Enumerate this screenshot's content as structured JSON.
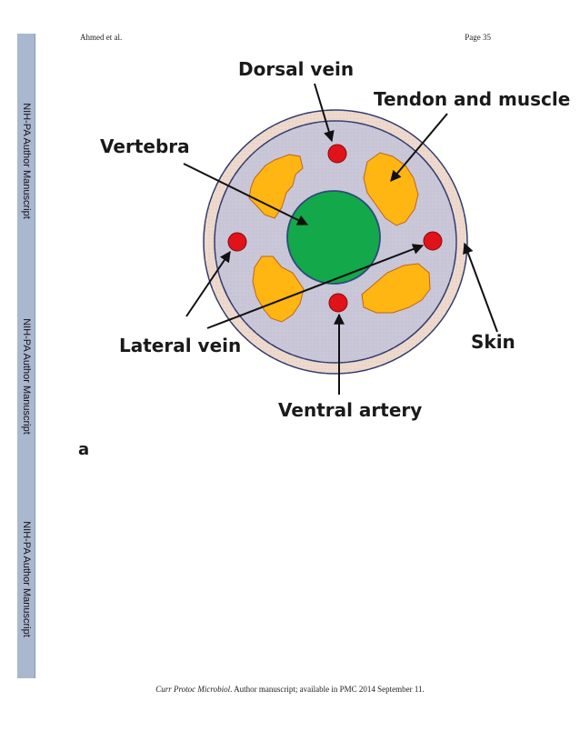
{
  "header": {
    "authors": "Ahmed et al.",
    "page": "Page 35"
  },
  "sidebar": {
    "labels": [
      "NIH-PA Author Manuscript",
      "NIH-PA Author Manuscript",
      "NIH-PA Author Manuscript"
    ]
  },
  "figure": {
    "panel": "a",
    "labels": {
      "dorsal_vein": "Dorsal vein",
      "tendon_muscle": "Tendon and muscle",
      "vertebra": "Vertebra",
      "lateral_vein": "Lateral vein",
      "skin": "Skin",
      "ventral_artery": "Ventral artery"
    },
    "colors": {
      "skin": "#efd9cc",
      "body": "#c9c7d8",
      "outline": "#2f3c6e",
      "vertebra": "#13a84a",
      "tendon": "#ffb612",
      "vessel": "#e0121a"
    }
  },
  "footer": {
    "journal": "Curr Protoc Microbiol",
    "text": ". Author manuscript; available in PMC 2014 September 11."
  }
}
